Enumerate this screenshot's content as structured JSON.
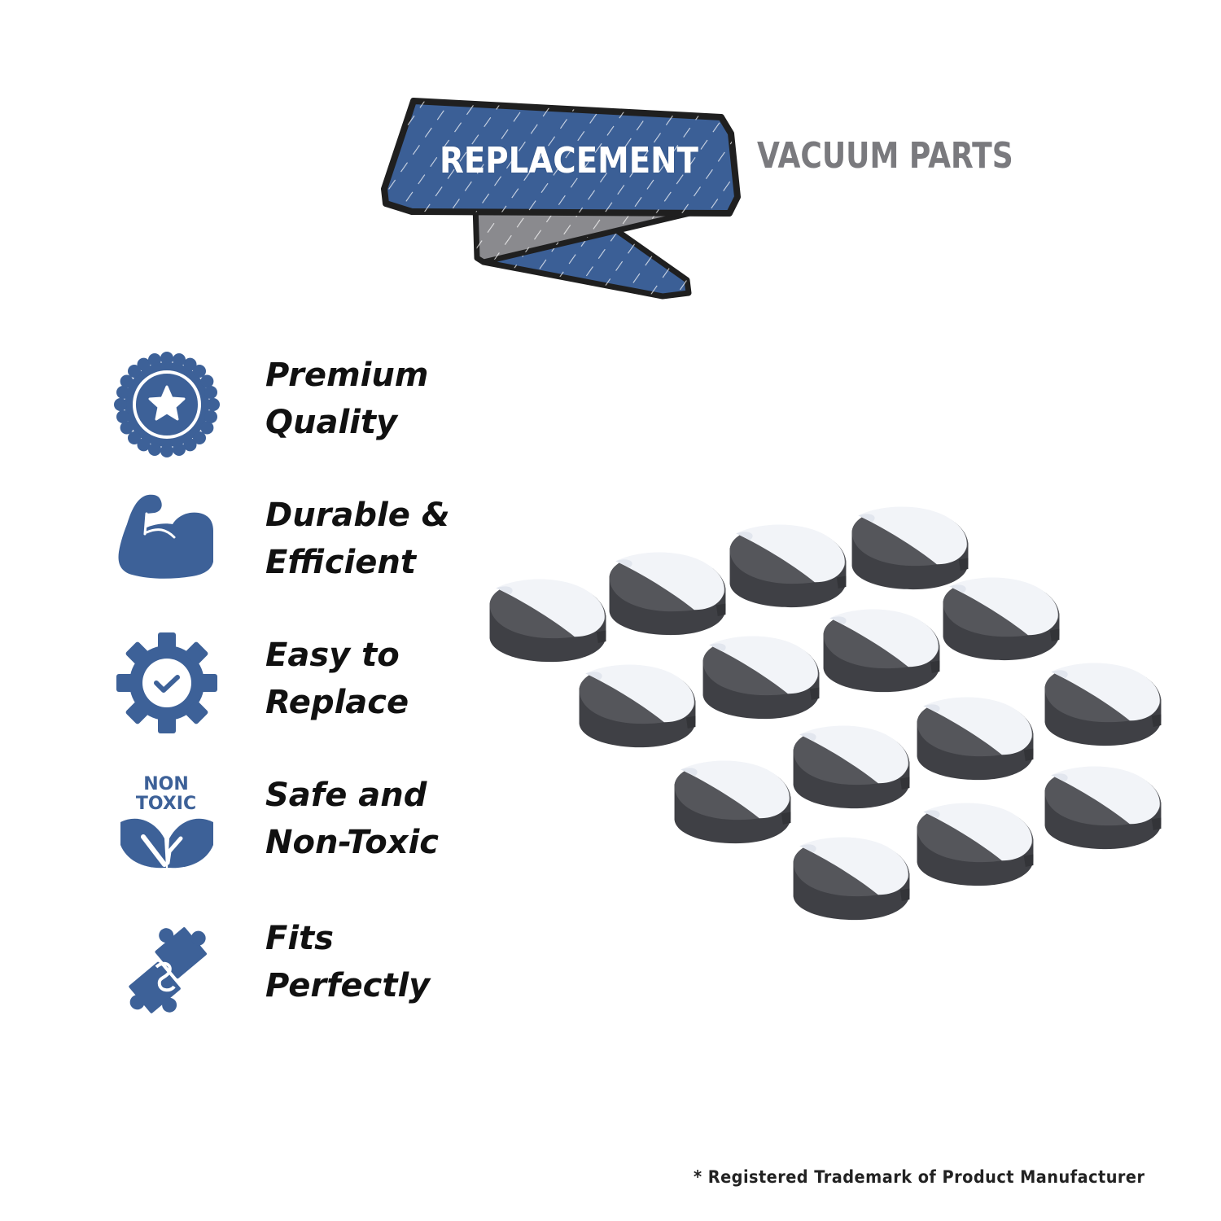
{
  "header": {
    "banner_label": "REPLACEMENT",
    "subtitle": "VACUUM PARTS",
    "banner_color": "#3b5f96",
    "banner_shadow_color": "#8a8a8e",
    "subtitle_color": "#7a7a7e"
  },
  "features": [
    {
      "icon": "badge-star-icon",
      "line1": "Premium",
      "line2": "Quality"
    },
    {
      "icon": "flexed-arm-icon",
      "line1": "Durable &",
      "line2": "Efficient"
    },
    {
      "icon": "gear-check-icon",
      "line1": "Easy to",
      "line2": "Replace"
    },
    {
      "icon": "non-toxic-leaf-icon",
      "line1": "Safe and",
      "line2": "Non-Toxic",
      "icon_text1": "NON",
      "icon_text2": "TOXIC"
    },
    {
      "icon": "puzzle-pieces-icon",
      "line1": "Fits",
      "line2": "Perfectly"
    }
  ],
  "icon_color": "#3d6198",
  "product": {
    "description": "Foam filter pads with white adhesive backing",
    "count": 15,
    "foam_color": "#4a4b50",
    "backing_color": "#f2f4f8"
  },
  "footnote": "* Registered Trademark of Product Manufacturer"
}
